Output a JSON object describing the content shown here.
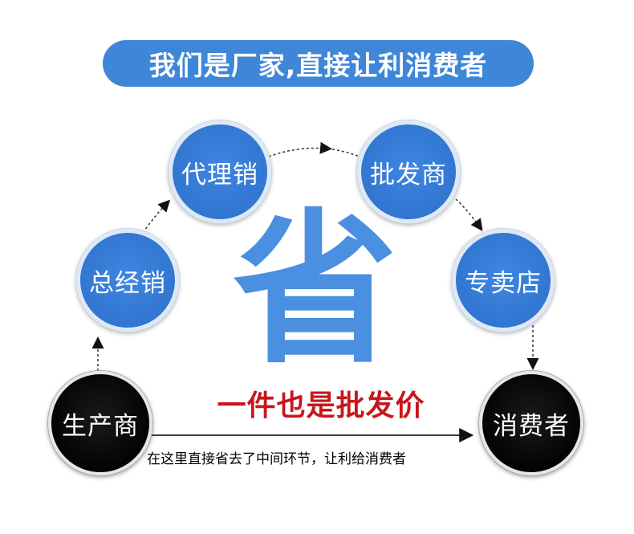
{
  "banner": {
    "text": "我们是厂家,直接让利消费者"
  },
  "circles": {
    "agent": "代理销",
    "wholesaler": "批发商",
    "general_dealer": "总经销",
    "specialty_store": "专卖店",
    "producer": "生产商",
    "consumer": "消费者"
  },
  "center_char": "省",
  "slogan": "一件也是批发价",
  "bottom_note": "在这里直接省去了中间环节，让利给消费者",
  "colors": {
    "banner": "#3e86d8",
    "circle_blue": "#2f74cf",
    "circle_black": "#000000",
    "center_char": "#4a8fe0",
    "slogan": "#c8161d"
  }
}
